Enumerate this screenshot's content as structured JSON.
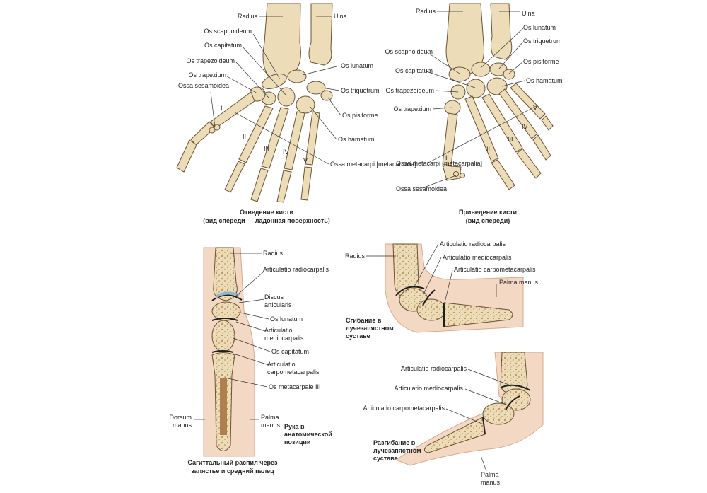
{
  "palette": {
    "bone": "#eddcb8",
    "bone_shade": "#c9a877",
    "soft": "#f3d9c3",
    "soft_edge": "#d9a98d",
    "line": "#333333",
    "cart": "#8fb6c9",
    "joint": "#2a2a2a"
  },
  "panels": {
    "abduction": {
      "labels": {
        "radius": "Radius",
        "ulna": "Ulna",
        "scaphoid": "Os scaphoideum",
        "capitatum": "Os capitatum",
        "trapezoid": "Os trapezoideum",
        "trapezium": "Os trapezium",
        "sesamoid": "Ossa sesamoidea",
        "lunatum": "Os lunatum",
        "triquetrum": "Os triquetrum",
        "pisiforme": "Os pisiforme",
        "hamatum": "Os hamatum",
        "metacarpi": "Ossa metacarpi [metacarpalia]"
      },
      "numerals": [
        "I",
        "II",
        "III",
        "IV",
        "V"
      ],
      "caption_1": "Отведение кисти",
      "caption_2": "(вид спереди — ладонная поверхность)"
    },
    "adduction": {
      "labels": {
        "radius": "Radius",
        "ulna": "Ulna",
        "lunatum": "Os lunatum",
        "triquetrum": "Os triquetrum",
        "scaphoid": "Os scaphoideum",
        "pisiforme": "Os pisiforme",
        "capitatum": "Os capitatum",
        "hamatum": "Os hamatum",
        "trapezoid": "Os trapezoideum",
        "trapezium": "Os trapezium",
        "metacarpi": "Ossa metacarpi [metacarpalia]",
        "sesamoid": "Ossa sesamoidea"
      },
      "numerals": [
        "I",
        "II",
        "III",
        "IV",
        "V"
      ],
      "caption_1": "Приведение кисти",
      "caption_2": "(вид спереди)"
    },
    "sagittal": {
      "labels": {
        "radius": "Radius",
        "art_radiocarpalis": "Articulatio radiocarpalis",
        "discus": "Discus articularis",
        "lunatum": "Os lunatum",
        "art_mediocarpalis": "Articulatio mediocarpalis",
        "capitatum": "Os capitatum",
        "art_carpometacarpalis": "Articulatio carpometacarpalis",
        "metacarpale": "Os metacarpale III",
        "dorsum": "Dorsum manus",
        "palma": "Palma manus",
        "position": "Рука в анатомической позиции"
      },
      "caption_1": "Сагиттальный распил через",
      "caption_2": "запястье и средний палец"
    },
    "flexion": {
      "labels": {
        "radius": "Radius",
        "art_radiocarpalis": "Articulatio radiocarpalis",
        "art_mediocarpalis": "Articulatio mediocarpalis",
        "art_carpometacarpalis": "Articulatio carpometacarpalis",
        "palma": "Palma manus"
      },
      "caption": "Сгибание в лучезапястном суставе"
    },
    "extension": {
      "labels": {
        "art_radiocarpalis": "Articulatio radiocarpalis",
        "art_mediocarpalis": "Articulatio mediocarpalis",
        "art_carpometacarpalis": "Articulatio carpometacarpalis",
        "palma": "Palma manus"
      },
      "caption": "Разгибание в лучезапястном суставе"
    }
  }
}
